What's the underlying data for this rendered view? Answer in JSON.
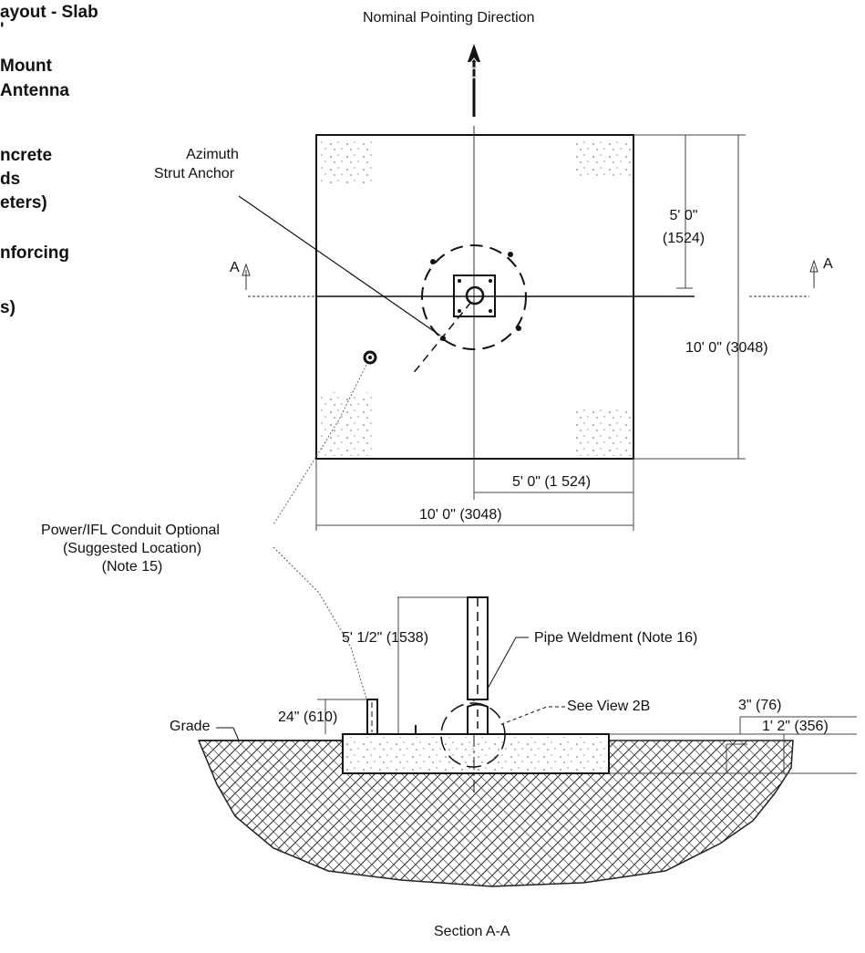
{
  "left_notes": [
    "ayout - Slab",
    "'",
    " Mount",
    "Antenna",
    "ncrete",
    "ds",
    "eters)",
    "nforcing",
    "s)"
  ],
  "top_view": {
    "direction_label": "Nominal Pointing Direction",
    "azimuth_label": [
      "Azimuth",
      "Strut Anchor"
    ],
    "section_mark_left": "A",
    "section_mark_right": "A",
    "dim_half_vertical": [
      "5' 0\"",
      "(1524)"
    ],
    "dim_full_vertical": "10' 0\" (3048)",
    "dim_half_horizontal": "5' 0\" (1 524)",
    "dim_full_horizontal": "10' 0\" (3048)",
    "conduit_label": [
      "Power/IFL Conduit Optional",
      "(Suggested Location)",
      "(Note 15)"
    ]
  },
  "section_view": {
    "dim_pipe_height": "5' 1/2\" (1538)",
    "pipe_label": "Pipe Weldment (Note 16)",
    "view_ref": "See View 2B",
    "dim_top": "3\" (76)",
    "dim_slab": "1' 2\" (356)",
    "grade_label": "Grade",
    "dim_conduit": "24\" (610)",
    "caption": "Section A-A"
  }
}
